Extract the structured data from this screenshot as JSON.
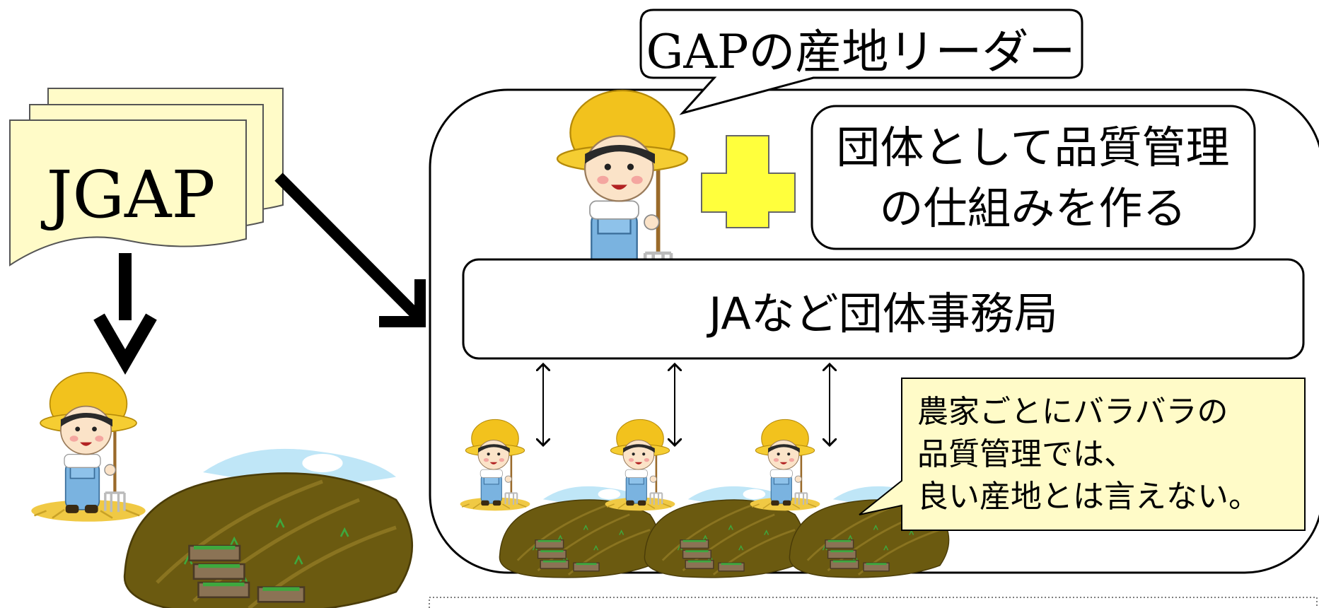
{
  "document": {
    "label": "JGAP"
  },
  "speech_bubble": {
    "text": "GAPの産地リーダー"
  },
  "quality_box": {
    "text": "団体として品質管理\nの仕組みを作る"
  },
  "office_box": {
    "text": "JAなど団体事務局"
  },
  "note_box": {
    "text": "農家ごとにバラバラの\n品質管理では、\n良い産地とは言えない。"
  },
  "colors": {
    "document_fill": "#fffbc8",
    "note_fill": "#fffbc8",
    "plus_fill": "#ffff3c",
    "hat": "#f2c21d",
    "overalls": "#7ab3e0",
    "soil": "#6b5a10",
    "sky": "#bfe6f7"
  }
}
